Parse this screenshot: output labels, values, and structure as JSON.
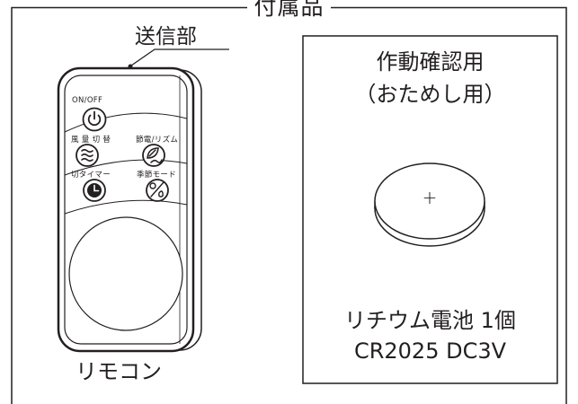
{
  "frame": {
    "title": "付属品"
  },
  "remote": {
    "transmitter_label": "送信部",
    "name": "リモコン",
    "buttons": {
      "power": "ON/OFF",
      "airflow": "風 量 切 替",
      "rhythm": "節電/リズム",
      "timer": "切タイマー",
      "season": "季節モード"
    }
  },
  "battery": {
    "title": "作動確認用",
    "subtitle": "（おためし用）",
    "name": "リチウム電池 1個",
    "model": "CR2025 DC3V",
    "polarity": "+"
  },
  "colors": {
    "line": "#231f20",
    "background": "#ffffff"
  }
}
